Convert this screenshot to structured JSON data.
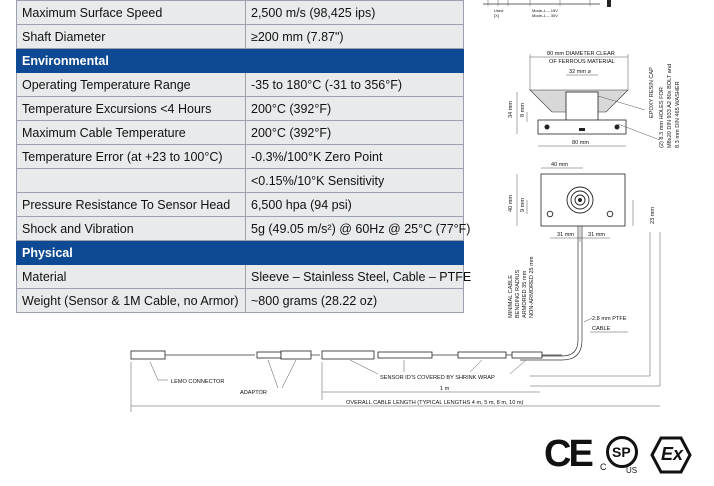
{
  "spec_rows": [
    {
      "type": "row",
      "label": "Maximum Surface Speed",
      "value": "2,500 m/s (98,425 ips)"
    },
    {
      "type": "row",
      "label": "Shaft Diameter",
      "value": "≥200 mm (7.87\")"
    },
    {
      "type": "section",
      "label": "Environmental"
    },
    {
      "type": "row",
      "label": "Operating Temperature Range",
      "value": "-35 to 180°C (-31 to 356°F)"
    },
    {
      "type": "row",
      "label": "Temperature Excursions <4 Hours",
      "value": "200°C (392°F)"
    },
    {
      "type": "row",
      "label": "Maximum Cable Temperature",
      "value": "200°C (392°F)"
    },
    {
      "type": "row",
      "label": "Temperature Error (at +23 to 100°C)",
      "value": "-0.3%/100°K Zero Point"
    },
    {
      "type": "row",
      "label": "",
      "value": "<0.15%/10°K Sensitivity"
    },
    {
      "type": "row",
      "label": "Pressure Resistance To Sensor Head",
      "value": "6,500 hpa (94 psi)"
    },
    {
      "type": "row",
      "label": "Shock and Vibration",
      "value": "5g (49.05 m/s²) @ 60Hz @ 25°C (77°F)"
    },
    {
      "type": "section",
      "label": "Physical"
    },
    {
      "type": "row",
      "label": "Material",
      "value": "Sleeve – Stainless Steel, Cable – PTFE"
    },
    {
      "type": "row",
      "label": "Weight (Sensor & 1M Cable, no Armor)",
      "value": "~800 grams (28.22 oz)"
    }
  ],
  "drawing": {
    "clearance_note_1": "80 mm DIAMETER CLEAR",
    "clearance_note_2": "OF FERROUS MATERIAL",
    "dim_32": "32 mm ⌀",
    "dim_34": "34 mm",
    "dim_8": "8 mm",
    "dim_80": "80 mm",
    "dim_40_top": "40 mm",
    "dim_40_side": "40 mm",
    "dim_9": "9 mm",
    "dim_23": "23 mm",
    "dim_31_left": "31 mm",
    "dim_31_right": "31 mm",
    "epoxy_1": "EPOXY RESIN CAP",
    "holes_1": "(2) 8.3 mm HOLES FOR",
    "holes_2": "M8x20 DIN 933 A2 80x BOLT and",
    "holes_3": "8.3 mm DIN 465 WASHER",
    "bend_1": "MINIMAL CABLE",
    "bend_2": "BENDING RADIUS",
    "bend_3": "ARMORED 35 mm",
    "bend_4": "NON-ARMORED 25 mm",
    "ptfe_1": "2.8 mm PTFE",
    "ptfe_2": "CABLE",
    "lemo": "LEMO CONNECTOR",
    "adaptor": "ADAPTOR",
    "sensor_id": "SENSOR ID'S COVERED BY SHRINK WRAP",
    "one_m": "1 m",
    "overall": "OVERALL CABLE LENGTH (TYPICAL LENGTHS 4 m, 5 m, 8 m, 10 m)",
    "legend_1": "Mode–L – 15V",
    "legend_2": "Mode–L – 30V"
  },
  "certifications": {
    "ce": "CE",
    "csa_c": "C",
    "csa_us": "US",
    "ex": "Ex"
  }
}
